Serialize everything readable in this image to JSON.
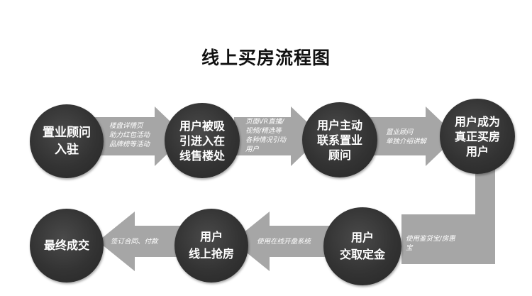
{
  "title": "线上买房流程图",
  "nodes": [
    {
      "label": "置业顾问\n入驻"
    },
    {
      "label": "用户被吸\n引进入在\n线售楼处"
    },
    {
      "label": "用户主动\n联系置业\n顾问"
    },
    {
      "label": "用户成为\n真正买房\n用户"
    },
    {
      "label": "用户\n交取定金"
    },
    {
      "label": "用户\n线上抢房"
    },
    {
      "label": "最终成交"
    }
  ],
  "notes": [
    "楼盘详情页\n助力红包活动\n品牌榜等活动",
    "页面VR直播/\n视频/精选等\n各种情况引动\n用户",
    "置业顾问\n单独介绍讲解",
    "使用鉴贷宝/房惠\n宝",
    "使用在线开盘系统",
    "签订合同、付款"
  ],
  "colors": {
    "node": "#333333",
    "arrow": "#a6a6a6",
    "title": "#111111"
  }
}
